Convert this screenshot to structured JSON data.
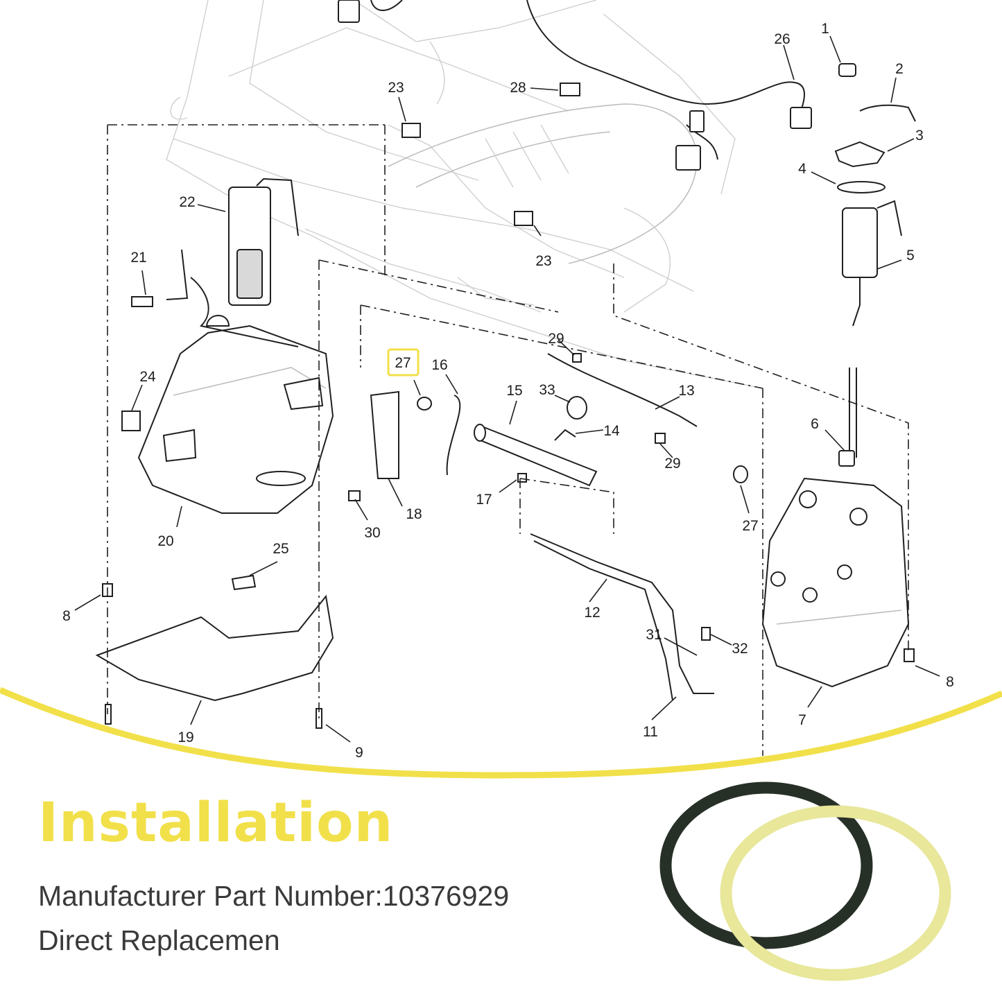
{
  "colors": {
    "accent_yellow": "#f1e04a",
    "seal_yellow": "#e8e79a",
    "seal_dark": "#273027",
    "text_dark": "#3a3a3a",
    "line_art": "#1f1f1f"
  },
  "diagram": {
    "callouts": [
      "1",
      "2",
      "3",
      "4",
      "5",
      "6",
      "7",
      "8",
      "8",
      "9",
      "11",
      "12",
      "13",
      "14",
      "15",
      "16",
      "17",
      "18",
      "19",
      "20",
      "21",
      "22",
      "23",
      "23",
      "24",
      "25",
      "26",
      "27",
      "27",
      "28",
      "29",
      "29",
      "30",
      "31",
      "32",
      "33"
    ],
    "highlighted_callout": "27"
  },
  "banner": {
    "title": "Installation",
    "part_number_line": "Manufacturer Part Number:10376929",
    "replacement_line": "Direct Replacemen"
  },
  "product_photo": {
    "icon": "o-ring-seal-pair-photo"
  }
}
